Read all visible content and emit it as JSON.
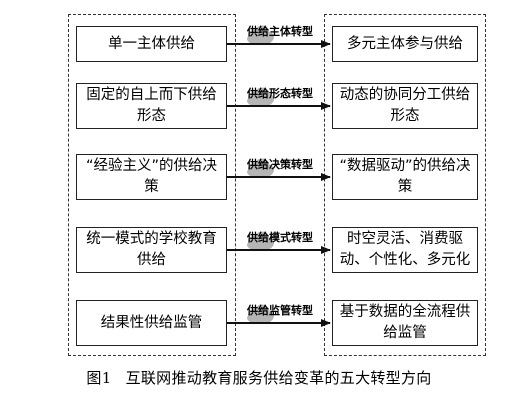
{
  "diagram": {
    "left_items": [
      "单一主体供给",
      "固定的自上而下供给形态",
      "“经验主义”的供给决策",
      "统一模式的学校教育供给",
      "结果性供给监管"
    ],
    "right_items": [
      "多元主体参与供给",
      "动态的协同分工供给形态",
      "“数据驱动”的供给决策",
      "时空灵活、消费驱动、个性化、多元化",
      "基于数据的全流程供给监管"
    ],
    "transitions": [
      "供给主体转型",
      "供给形态转型",
      "供给决策转型",
      "供给模式转型",
      "供给监管转型"
    ]
  },
  "caption": {
    "figure_number": "图1",
    "text": "互联网推动教育服务供给变革的五大转型方向"
  }
}
